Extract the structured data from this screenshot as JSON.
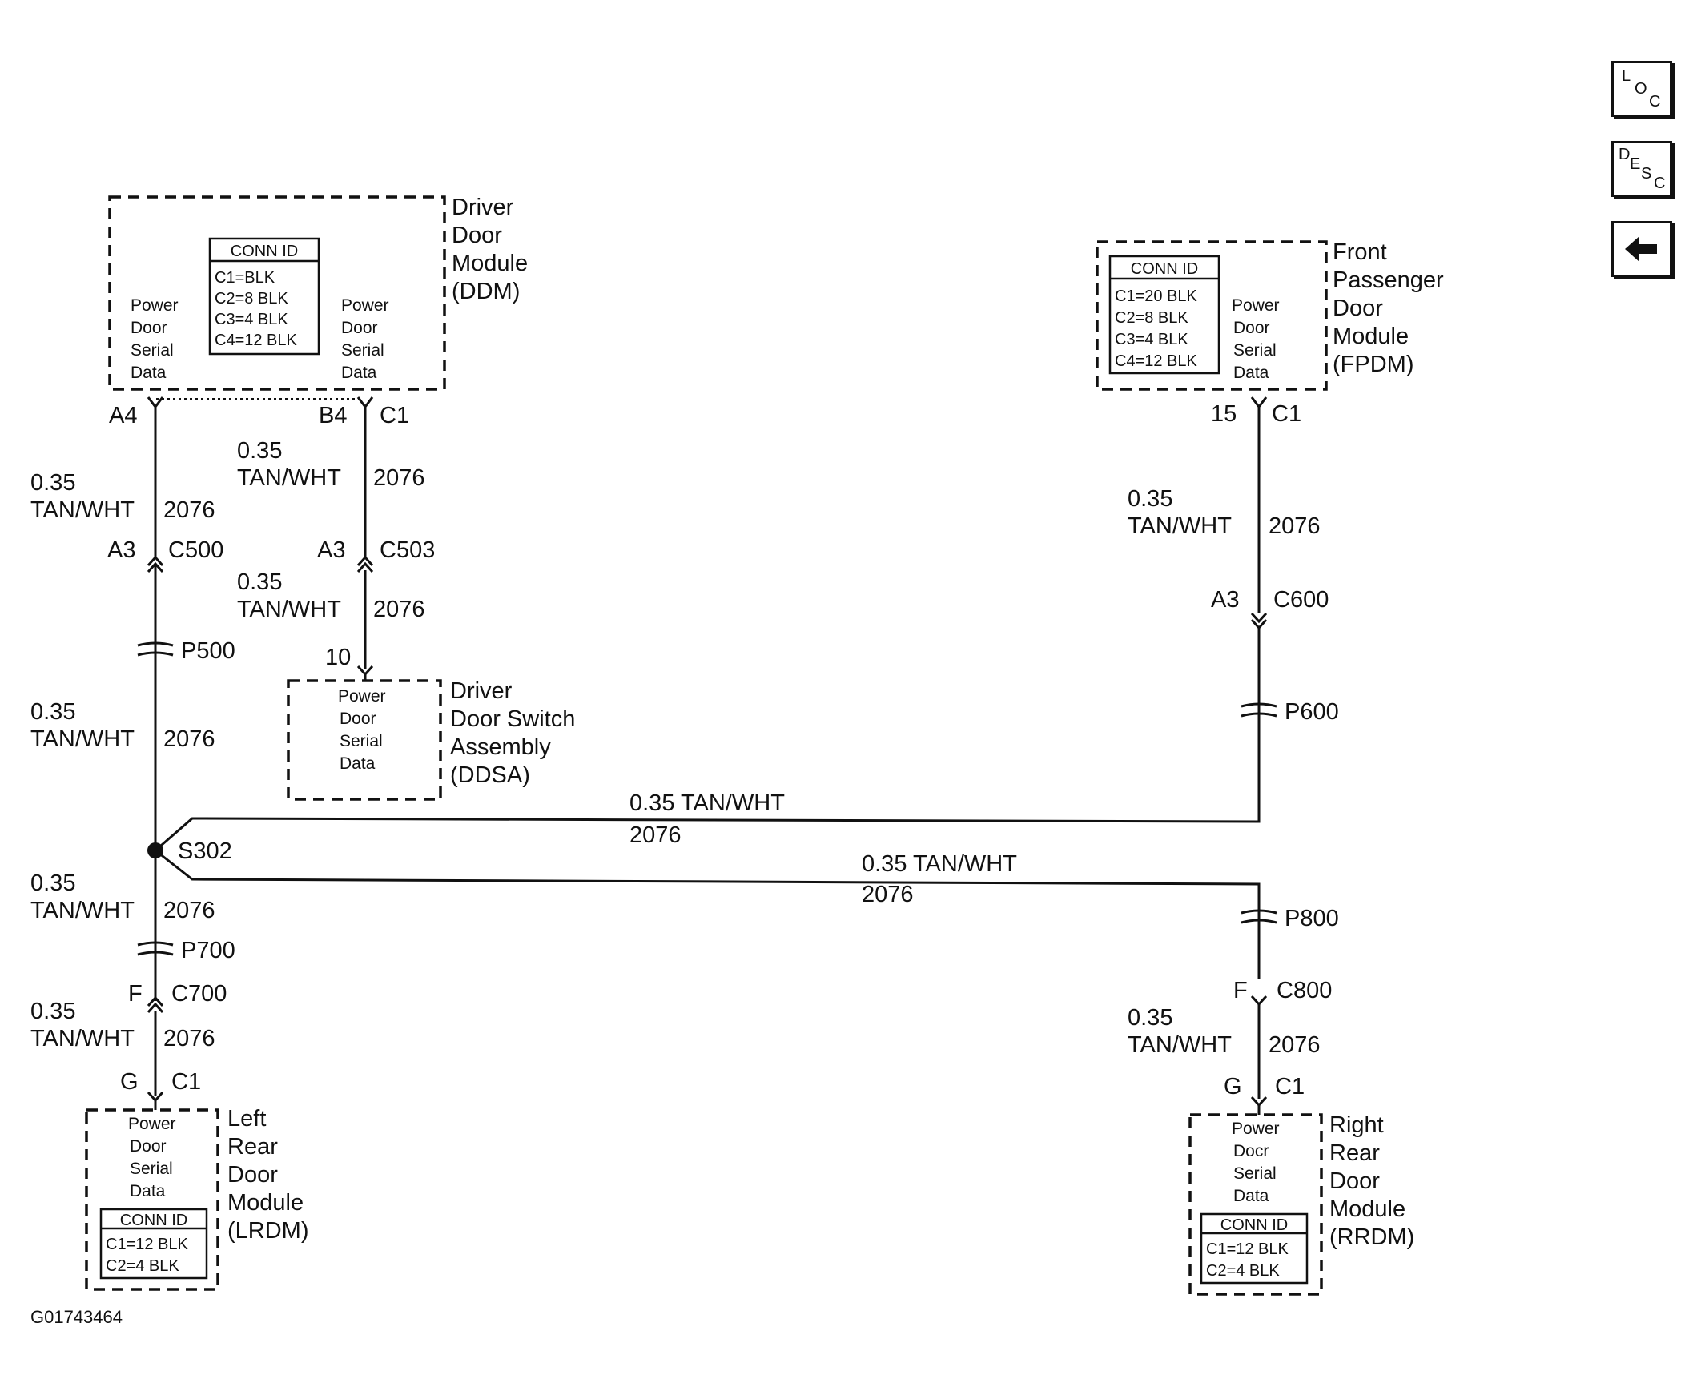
{
  "nav": {
    "loc": {
      "a": "L",
      "b": "O",
      "c": "C"
    },
    "desc": {
      "a": "D",
      "b": "E",
      "c": "S",
      "d": "C"
    },
    "back_icon": "arrow-left-icon"
  },
  "modules": {
    "ddm": {
      "name": [
        "Driver",
        "Door",
        "Module",
        "(DDM)"
      ],
      "left_text": [
        "Power",
        "Door",
        "Serial",
        "Data"
      ],
      "right_text": [
        "Power",
        "Door",
        "Serial",
        "Data"
      ],
      "conn_title": "CONN ID",
      "conn_rows": [
        "C1=BLK",
        "C2=8 BLK",
        "C3=4 BLK",
        "C4=12 BLK"
      ]
    },
    "fpdm": {
      "name": [
        "Front",
        "Passenger",
        "Door",
        "Module",
        "(FPDM)"
      ],
      "text": [
        "Power",
        "Door",
        "Serial",
        "Data"
      ],
      "conn_title": "CONN ID",
      "conn_rows": [
        "C1=20 BLK",
        "C2=8 BLK",
        "C3=4 BLK",
        "C4=12 BLK"
      ]
    },
    "ddsa": {
      "name": [
        "Driver",
        "Door Switch",
        "Assembly",
        "(DDSA)"
      ],
      "text": [
        "Power",
        "Door",
        "Serial",
        "Data"
      ]
    },
    "lrdm": {
      "name": [
        "Left",
        "Rear",
        "Door",
        "Module",
        "(LRDM)"
      ],
      "text": [
        "Power",
        "Door",
        "Serial",
        "Data"
      ],
      "conn_title": "CONN ID",
      "conn_rows": [
        "C1=12 BLK",
        "C2=4 BLK"
      ]
    },
    "rrdm": {
      "name": [
        "Right",
        "Rear",
        "Door",
        "Module",
        "(RRDM)"
      ],
      "text": [
        "Power",
        "Docr",
        "Serial",
        "Data"
      ],
      "conn_title": "CONN ID",
      "conn_rows": [
        "C1=12 BLK",
        "C2=4 BLK"
      ]
    }
  },
  "wire": {
    "gauge": "0.35",
    "color": "TAN/WHT",
    "circuit": "2076",
    "gauge_color": "0.35 TAN/WHT"
  },
  "pins": {
    "a4": "A4",
    "b4": "B4",
    "c1": "C1",
    "a3": "A3",
    "c500": "C500",
    "c503": "C503",
    "ten": "10",
    "fifteen": "15",
    "c600": "C600",
    "f": "F",
    "c700": "C700",
    "g": "G",
    "c800": "C800"
  },
  "passthroughs": {
    "p500": "P500",
    "p600": "P600",
    "p700": "P700",
    "p800": "P800"
  },
  "splice": "S302",
  "figure_id": "G01743464"
}
